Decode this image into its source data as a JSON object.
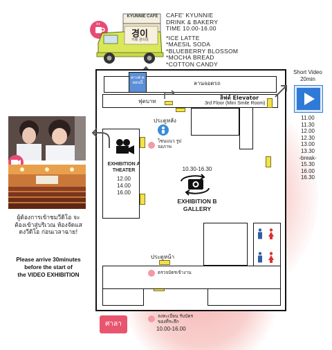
{
  "cafe": {
    "name": "CAFE' KYUNNIE",
    "line2": "DRINK & BAKERY",
    "time": "TIME 10.00-16.00",
    "menu": [
      "*ICE LATTE",
      "*MAESIL SODA",
      "*BLUEBERRY BLOSSOM",
      "*MOCHA BREAD",
      "*COTTON CANDY"
    ],
    "truck_sign": "KYUNNIE CAFE",
    "truck_korean": "경이",
    "truck_sub": "카페 경이네"
  },
  "video": {
    "title": "Short Video",
    "duration": "20min",
    "times": [
      "11.00",
      "11.30",
      "12.00",
      "12.30",
      "13.00",
      "13.30",
      "-break-",
      "15.30",
      "16.00",
      "16.30"
    ]
  },
  "map": {
    "parking_label": "ลานจอดรถ",
    "cafe_label": "คาเฟ่ คยอนนี่",
    "walkway_label": "ฟุตบาท",
    "elevator_label": "ลิฟต์ Elevator",
    "elevator_sub": "3rd Floor (Mini Smile Room)",
    "back_door": "ประตูหลัง",
    "photo_spot": "โซนแนว รูปจอภาพ",
    "gallery_time": "10.30-16.30",
    "gallery_name": "EXHIBITION B",
    "gallery_sub": "GALLERY",
    "theater_name": "EXHIBITION A",
    "theater_sub": "THEATER",
    "theater_times": [
      "12.00",
      "14.00",
      "16.00"
    ],
    "front_door": "ประตูหน้า",
    "ticket_check": "ตรวจบัตรเข้างาน",
    "pavilion": "ศาลา",
    "merch": "ลงทะเบียน รับบัตร ของที่ระลึก",
    "merch_time": "10.00-16.00"
  },
  "notes": {
    "thai": "ผู้ต้องการเข้าชมวีดิโอ จะต้องเข้าสู่บริเวณ ห้องจัดแสดงวีดิโอ ก่อนเวลาฉาย!",
    "english_1": "Please arrive 30minutes",
    "english_2": "before the start of",
    "english_3": "the VIDEO EXHIBITION"
  },
  "colors": {
    "accent_pink": "#e84b74",
    "door_yellow": "#f2e24a",
    "elevator_blue": "#5b8fd6",
    "wc_blue": "#2f5ea8",
    "wc_red": "#d8312f",
    "video_blue": "#2f7ad6"
  },
  "icons": [
    "coffee-cup-icon",
    "camera-icon",
    "video-camera-icon",
    "play-icon",
    "film-camera-icon",
    "toilet-male-icon",
    "toilet-female-icon"
  ]
}
